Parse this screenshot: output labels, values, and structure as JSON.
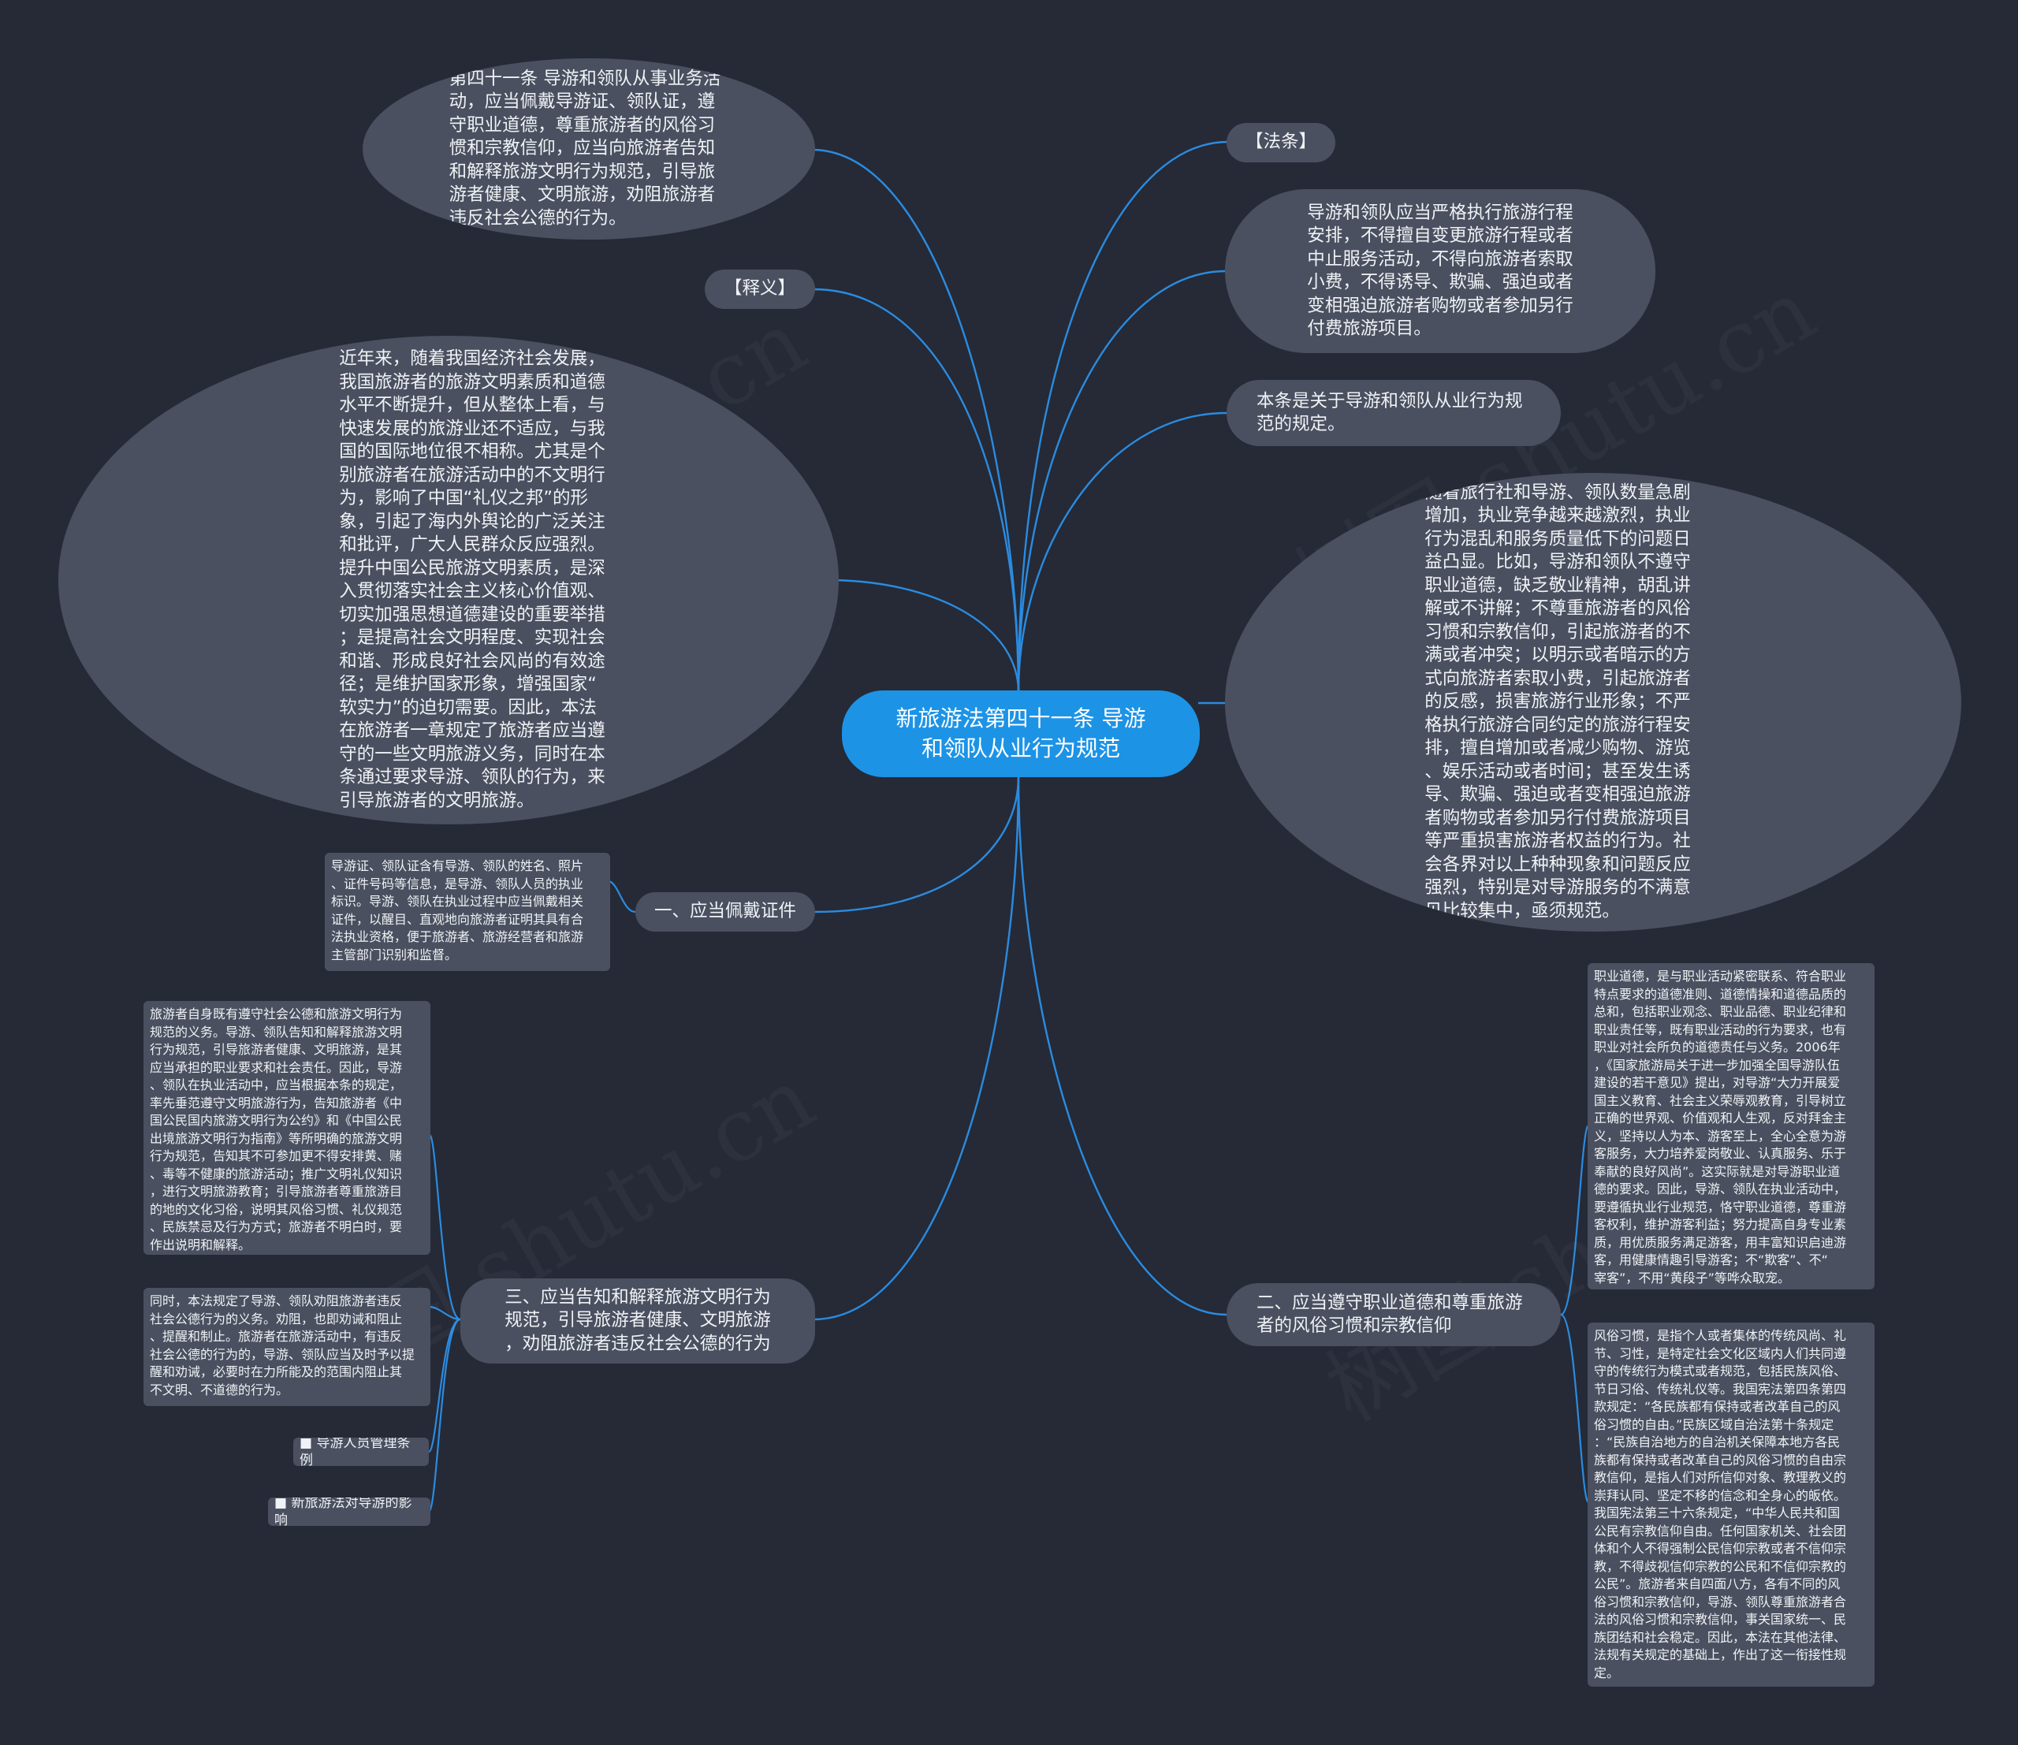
{
  "root": {
    "title": "新旅游法第四十一条 导游\n和领队从业行为规范"
  },
  "right": {
    "fatiao_label": "【法条】",
    "fatiao_text": "导游和领队应当严格执行旅游行程\n安排，不得擅自变更旅游行程或者\n中止服务活动，不得向旅游者索取\n小费，不得诱导、欺骗、强迫或者\n变相强迫旅游者购物或者参加另行\n付费旅游项目。",
    "summary": "本条是关于导游和领队从业行为规\n范的规定。",
    "background": "随着旅行社和导游、领队数量急剧\n增加，执业竞争越来越激烈，执业\n行为混乱和服务质量低下的问题日\n益凸显。比如，导游和领队不遵守\n职业道德，缺乏敬业精神，胡乱讲\n解或不讲解；不尊重旅游者的风俗\n习惯和宗教信仰，引起旅游者的不\n满或者冲突；以明示或者暗示的方\n式向旅游者索取小费，引起旅游者\n的反感，损害旅游行业形象；不严\n格执行旅游合同约定的旅游行程安\n排，擅自增加或者减少购物、游览\n、娱乐活动或者时间；甚至发生诱\n导、欺骗、强迫或者变相强迫旅游\n者购物或者参加另行付费旅游项目\n等严重损害旅游者权益的行为。社\n会各界对以上种种现象和问题反应\n强烈，特别是对导游服务的不满意\n见比较集中，亟须规范。",
    "branch2": "二、应当遵守职业道德和尊重旅游\n者的风俗习惯和宗教信仰",
    "ethics_note": "职业道德，是与职业活动紧密联系、符合职业\n特点要求的道德准则、道德情操和道德品质的\n总和，包括职业观念、职业品德、职业纪律和\n职业责任等，既有职业活动的行为要求，也有\n职业对社会所负的道德责任与义务。2006年\n，《国家旅游局关于进一步加强全国导游队伍\n建设的若干意见》提出，对导游“大力开展爱\n国主义教育、社会主义荣辱观教育，引导树立\n正确的世界观、价值观和人生观，反对拜金主\n义，坚持以人为本、游客至上，全心全意为游\n客服务，大力培养爱岗敬业、认真服务、乐于\n奉献的良好风尚”。这实际就是对导游职业道\n德的要求。因此，导游、领队在执业活动中，\n要遵循执业行业规范，恪守职业道德，尊重游\n客权利，维护游客利益；努力提高自身专业素\n质，用优质服务满足游客，用丰富知识启迪游\n客，用健康情趣引导游客；不“欺客”、不“\n宰客”，不用“黄段子”等哗众取宠。",
    "customs_note": "风俗习惯，是指个人或者集体的传统风尚、礼\n节、习性，是特定社会文化区域内人们共同遵\n守的传统行为模式或者规范，包括民族风俗、\n节日习俗、传统礼仪等。我国宪法第四条第四\n款规定：“各民族都有保持或者改革自己的风\n俗习惯的自由。”民族区域自治法第十条规定\n：“民族自治地方的自治机关保障本地方各民\n族都有保持或者改革自己的风俗习惯的自由宗\n教信仰，是指人们对所信仰对象、教理教义的\n崇拜认同、坚定不移的信念和全身心的皈依。\n我国宪法第三十六条规定，“中华人民共和国\n公民有宗教信仰自由。任何国家机关、社会团\n体和个人不得强制公民信仰宗教或者不信仰宗\n教，不得歧视信仰宗教的公民和不信仰宗教的\n公民”。旅游者来自四面八方，各有不同的风\n俗习惯和宗教信仰，导游、领队尊重旅游者合\n法的风俗习惯和宗教信仰，事关国家统一、民\n族团结和社会稳定。因此，本法在其他法律、\n法规有关规定的基础上，作出了这一衔接性规\n定。"
  },
  "left": {
    "article_text": "第四十一条 导游和领队从事业务活\n动，应当佩戴导游证、领队证，遵\n守职业道德，尊重旅游者的风俗习\n惯和宗教信仰，应当向旅游者告知\n和解释旅游文明行为规范，引导旅\n游者健康、文明旅游，劝阻旅游者\n违反社会公德的行为。",
    "shiyi_label": "【释义】",
    "shiyi_text": "近年来，随着我国经济社会发展，\n我国旅游者的旅游文明素质和道德\n水平不断提升，但从整体上看，与\n快速发展的旅游业还不适应，与我\n国的国际地位很不相称。尤其是个\n别旅游者在旅游活动中的不文明行\n为，影响了中国“礼仪之邦”的形\n象，引起了海内外舆论的广泛关注\n和批评，广大人民群众反应强烈。\n提升中国公民旅游文明素质，是深\n入贯彻落实社会主义核心价值观、\n切实加强思想道德建设的重要举措\n；是提高社会文明程度、实现社会\n和谐、形成良好社会风尚的有效途\n径；是维护国家形象，增强国家“\n软实力”的迫切需要。因此，本法\n在旅游者一章规定了旅游者应当遵\n守的一些文明旅游义务，同时在本\n条通过要求导游、领队的行为，来\n引导旅游者的文明旅游。",
    "branch1": "一、应当佩戴证件",
    "license_note": "导游证、领队证含有导游、领队的姓名、照片\n、证件号码等信息，是导游、领队人员的执业\n标识。导游、领队在执业过程中应当佩戴相关\n证件，以醒目、直观地向旅游者证明其具有合\n法执业资格，便于旅游者、旅游经营者和旅游\n主管部门识别和监督。",
    "branch3": "三、应当告知和解释旅游文明行为\n规范，引导旅游者健康、文明旅游\n，劝阻旅游者违反社会公德的行为",
    "guide_note": "旅游者自身既有遵守社会公德和旅游文明行为\n规范的义务。导游、领队告知和解释旅游文明\n行为规范，引导旅游者健康、文明旅游，是其\n应当承担的职业要求和社会责任。因此，导游\n、领队在执业活动中，应当根据本条的规定，\n率先垂范遵守文明旅游行为，告知旅游者《中\n国公民国内旅游文明行为公约》和《中国公民\n出境旅游文明行为指南》等所明确的旅游文明\n行为规范，告知其不可参加更不得安排黄、赌\n、毒等不健康的旅游活动；推广文明礼仪知识\n，进行文明旅游教育；引导旅游者尊重旅游目\n的地的文化习俗，说明其风俗习惯、礼仪规范\n、民族禁忌及行为方式；旅游者不明白时，要\n作出说明和解释。",
    "dissuade_note": "同时，本法规定了导游、领队劝阻旅游者违反\n社会公德行为的义务。劝阻，也即劝诫和阻止\n、提醒和制止。旅游者在旅游活动中，有违反\n社会公德的行为的，导游、领队应当及时予以提\n醒和劝诫，必要时在力所能及的范围内阻止其\n不文明、不道德的行为。",
    "link1": "■ 导游人员管理条例",
    "link2": "■ 新旅游法对导游的影响"
  },
  "watermarks": [
    "树图 shutu.cn",
    "树图 shutu.cn",
    "树图 shutu.cn",
    "树图 shutu.cn"
  ],
  "colors": {
    "background": "#252a36",
    "node": "#4a5060",
    "root": "#1d93e6",
    "edge": "#2b8be0"
  }
}
